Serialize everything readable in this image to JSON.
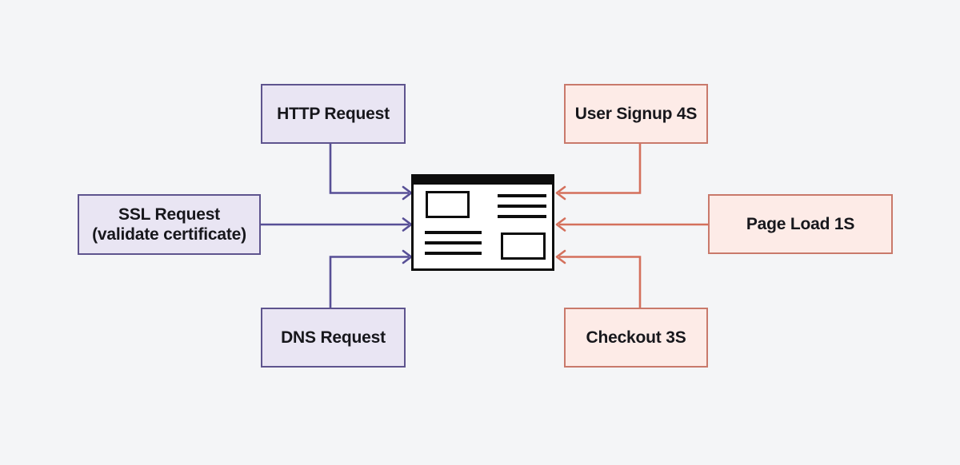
{
  "colors": {
    "background": "#f4f5f7",
    "purple_border": "#5e548e",
    "purple_fill": "#e9e5f3",
    "purple_arrow": "#574f96",
    "salmon_border": "#c9796b",
    "salmon_fill": "#fdebe7",
    "salmon_arrow": "#d4705c",
    "icon_black": "#0d0d0d",
    "text": "#17171c"
  },
  "nodes": {
    "left": [
      {
        "id": "http-request",
        "label": "HTTP Request"
      },
      {
        "id": "ssl-request",
        "label": "SSL Request\n(validate certificate)"
      },
      {
        "id": "dns-request",
        "label": "DNS Request"
      }
    ],
    "right": [
      {
        "id": "user-signup",
        "label": "User Signup 4S"
      },
      {
        "id": "page-load",
        "label": "Page Load 1S"
      },
      {
        "id": "checkout",
        "label": "Checkout 3S"
      }
    ]
  },
  "center": {
    "icon": "browser-window-icon"
  }
}
